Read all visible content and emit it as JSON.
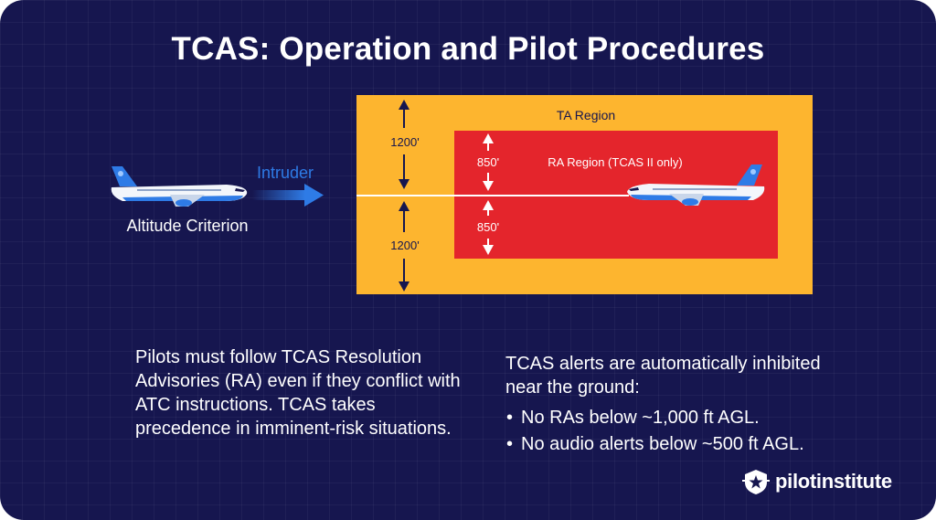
{
  "title": "TCAS: Operation and Pilot Procedures",
  "diagram": {
    "ta_region_label": "TA Region",
    "ra_region_label": "RA Region (TCAS II only)",
    "ta_upper_label": "1200'",
    "ta_lower_label": "1200'",
    "ra_upper_label": "850'",
    "ra_lower_label": "850'",
    "intruder_label": "Intruder",
    "altitude_criterion_label": "Altitude Criterion"
  },
  "text": {
    "left_paragraph": "Pilots must follow TCAS Resolution Advisories (RA) even if they conflict with ATC instructions. TCAS takes precedence in imminent-risk situations.",
    "right_intro": "TCAS alerts are automatically inhibited near the ground:",
    "bullets": [
      "No RAs below ~1,000 ft AGL.",
      "No audio alerts below ~500 ft AGL."
    ]
  },
  "logo": {
    "text": "pilotinstitute",
    "icon": "star-badge-icon"
  },
  "colors": {
    "background": "#16164f",
    "ta_region": "#fdb52f",
    "ra_region": "#e4252c",
    "arrow_dark": "#16164f",
    "intruder_arrow": "#2e7be6",
    "aircraft_tail": "#2e7be6"
  }
}
